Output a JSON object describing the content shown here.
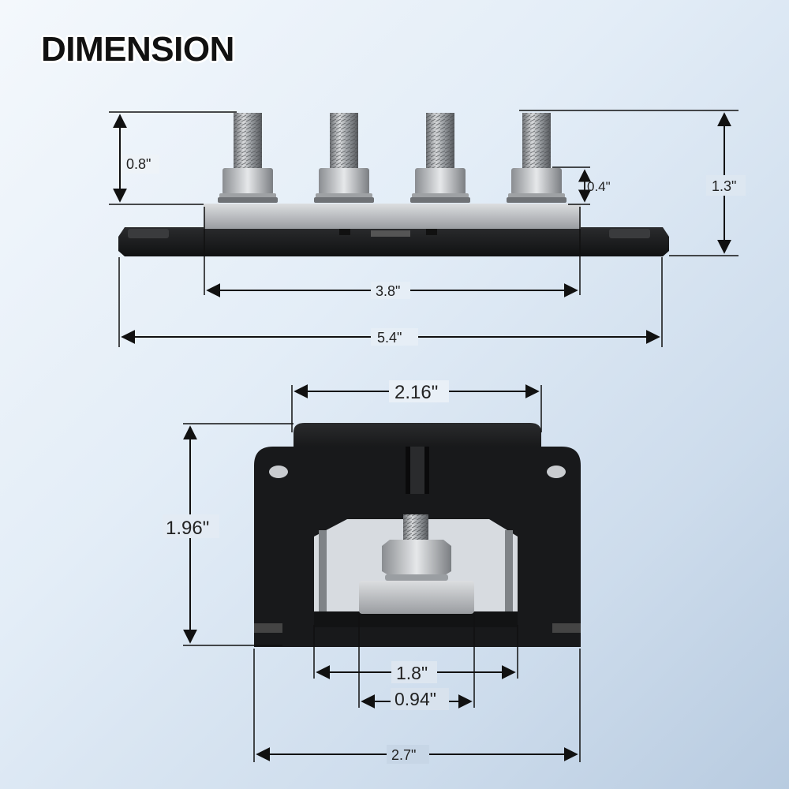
{
  "title": "DIMENSION",
  "top_view": {
    "height_stud": "0.8\"",
    "height_nut": "0.4\"",
    "height_total": "1.3\"",
    "width_bar": "3.8\"",
    "width_total": "5.4\""
  },
  "front_view": {
    "width_top": "2.16\"",
    "height": "1.96\"",
    "width_inner": "1.8\"",
    "width_bar": "0.94\"",
    "width_base": "2.7\""
  }
}
